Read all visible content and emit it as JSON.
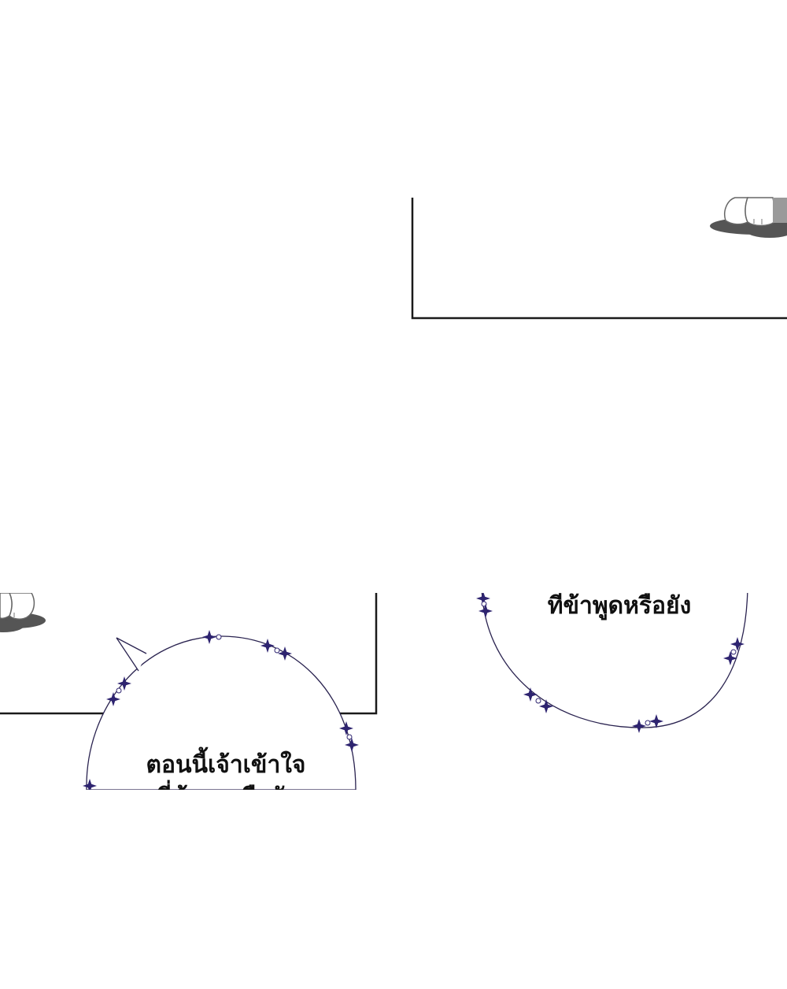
{
  "page": {
    "background": "#ffffff"
  },
  "colors": {
    "panel_border": "#1a1a1a",
    "balloon_outline": "#2a2350",
    "sparkle": "#2e2470",
    "cat_shadow": "#555555",
    "text": "#111111"
  },
  "speech_balloons": [
    {
      "line_1": "ทีข้าพูดหรือยัง"
    },
    {
      "line_1": "ตอนนี้เจ้าเข้าใจ",
      "line_2": "ที่ข้า...หรือยัง"
    }
  ],
  "icons": {
    "sparkle": "four-point-star-icon"
  }
}
